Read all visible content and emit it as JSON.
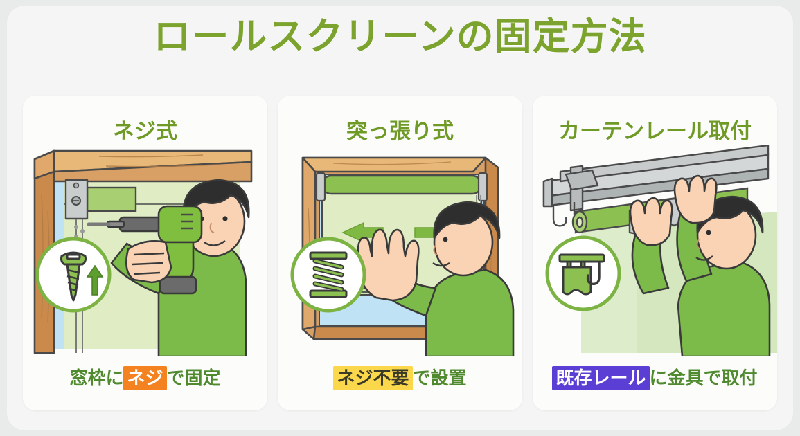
{
  "header": {
    "title": "ロールスクリーンの固定方法",
    "title_color": "#7ba32e"
  },
  "theme": {
    "page_background": "#e9ebeb",
    "panel_background": "#f4f5f4",
    "card_background": "#fcfcfb",
    "green_accent": "#7cba4a",
    "badge_ring": "#7cb342",
    "wood": "#d9a066",
    "skin": "#fad3b4",
    "shirt": "#7cba4a",
    "hair": "#2e2e2e",
    "screen_fabric": "#dfecc4",
    "glass": "#bfe2f4",
    "metal": "#b8bcbd",
    "drill_body": "#7fbe3f",
    "drill_chuck": "#6b6b6b"
  },
  "cards": [
    {
      "id": "screw-type",
      "title": "ネジ式",
      "illustration_name": "man-drilling-bracket-into-window-frame",
      "badge_icon": "screw-with-up-arrow-icon",
      "caption": {
        "pre": "窓枠に",
        "highlight": "ネジ",
        "post": "で固定",
        "highlight_style": "orange",
        "highlight_color": "#f58220"
      }
    },
    {
      "id": "tension-type",
      "title": "突っ張り式",
      "illustration_name": "man-pressing-tension-roller-screen-into-window",
      "badge_icon": "spring-icon",
      "arrows": [
        "arrow-left",
        "arrow-right"
      ],
      "caption": {
        "pre": "",
        "highlight": "ネジ不要",
        "post": "で設置",
        "highlight_style": "yellow",
        "highlight_color": "#fbd74b"
      }
    },
    {
      "id": "curtain-rail-type",
      "title": "カーテンレール取付",
      "illustration_name": "man-attaching-roller-screen-to-curtain-rail",
      "badge_icon": "rail-bracket-with-hook-icon",
      "caption": {
        "pre": "",
        "highlight": "既存レール",
        "post": "に金具で取付",
        "highlight_style": "purple",
        "highlight_color": "#5b3fd4"
      }
    }
  ]
}
